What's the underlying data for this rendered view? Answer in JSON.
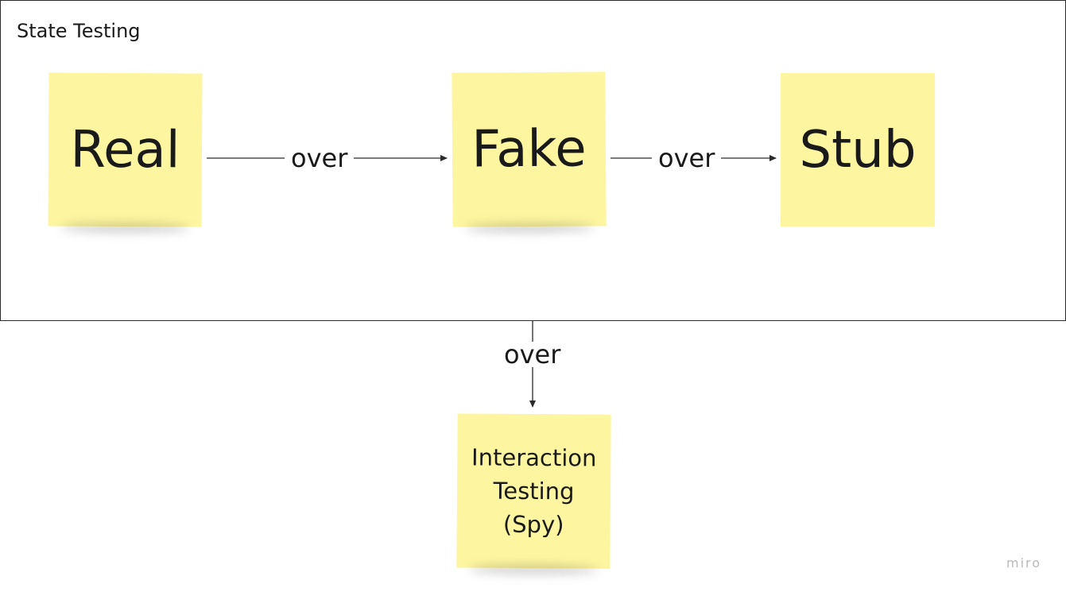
{
  "frame": {
    "title": "State Testing"
  },
  "notes": {
    "real": "Real",
    "fake": "Fake",
    "stub": "Stub",
    "spy_lines": [
      "Interaction",
      "Testing",
      "(Spy)"
    ]
  },
  "connectors": {
    "real_to_fake": "over",
    "fake_to_stub": "over",
    "frame_to_spy": "over"
  },
  "watermark": "miro",
  "colors": {
    "sticky": "#fdf59f",
    "line": "#2b2b2b",
    "watermark": "#b9b9b9"
  }
}
